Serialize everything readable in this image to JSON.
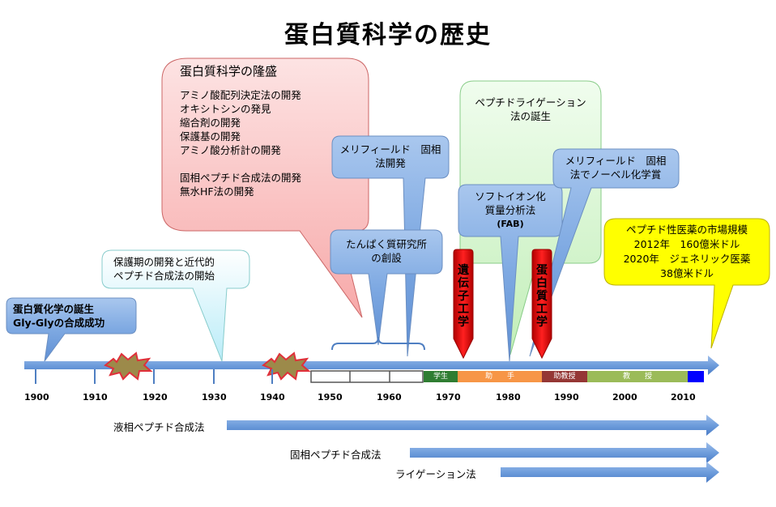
{
  "title": "蛋白質科学の歴史",
  "callouts": {
    "birth": {
      "lines": [
        "蛋白質化学の誕生",
        "Gly-Glyの合成成功"
      ]
    },
    "protecting": {
      "lines": [
        "保護期の開発と近代的",
        "ペプチド合成法の開始"
      ]
    },
    "boom": {
      "heading": "蛋白質科学の隆盛",
      "lines": [
        "アミノ酸配列決定法の開発",
        "オキシトシンの発見",
        "縮合剤の開発",
        "保護基の開発",
        "アミノ酸分析計の開発",
        "",
        "固相ペプチド合成法の開発",
        "無水HF法の開発"
      ]
    },
    "merrifield_dev": {
      "lines": [
        "メリフィールド　固相",
        "法開発"
      ]
    },
    "institute": {
      "lines": [
        "たんぱく質研究所",
        "の創設"
      ]
    },
    "ligation": {
      "lines": [
        "ペプチドライゲーション",
        "法の誕生"
      ]
    },
    "softion": {
      "lines": [
        "ソフトイオン化",
        "質量分析法",
        "(FAB)"
      ]
    },
    "nobel": {
      "lines": [
        "メリフィールド　固相",
        "法でノーベル化学賞"
      ]
    },
    "market": {
      "lines": [
        "ペプチド性医薬の市場規模",
        "2012年　160億米ドル",
        "2020年　ジェネリック医薬",
        "38億米ドル"
      ]
    },
    "genetic": {
      "text": "遺伝子工学"
    },
    "protein_eng": {
      "text": "蛋白質工学"
    }
  },
  "timeline": {
    "years": [
      "1900",
      "1910",
      "1920",
      "1930",
      "1940",
      "1950",
      "1960",
      "1970",
      "1980",
      "1990",
      "2000",
      "2010"
    ],
    "phases": [
      "学生",
      "助　　手",
      "助教授",
      "教　　授"
    ]
  },
  "methods": [
    "液相ペプチド合成法",
    "固相ペプチド合成法",
    "ライゲーション法"
  ],
  "colors": {
    "axis": "#5b8fd6",
    "callout_blue": "#7aa6e0",
    "callout_cyan": "#d4f3fb",
    "callout_pink": "#fbcaca",
    "callout_green": "#d5f5cf",
    "callout_yellow": "#ffff00",
    "red_marker": "#e00000",
    "explosion": "#d44",
    "phase_green_dark": "#2f7d32",
    "phase_orange": "#f79646",
    "phase_brown": "#953735",
    "phase_olive": "#9bbb59",
    "phase_blue": "#0000ff"
  }
}
